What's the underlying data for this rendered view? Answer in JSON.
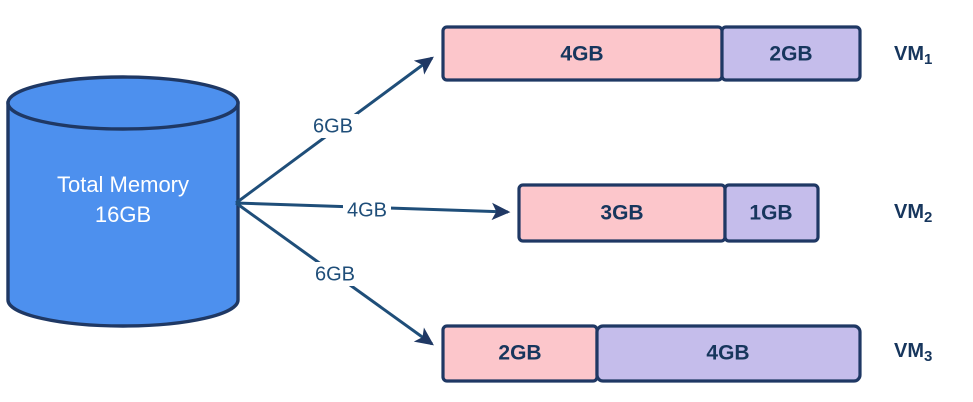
{
  "diagram": {
    "title": "Memory allocation from total memory pool to virtual machines",
    "colors": {
      "cylinder_fill": "#4D90EE",
      "outline": "#1F3864",
      "pink_segment": "#FCC6CB",
      "purple_segment": "#C5BDEB",
      "arrow": "#1F4E79",
      "label_text": "#17365D",
      "cylinder_text": "#FFFFFF"
    }
  },
  "source": {
    "name": "total-memory-cylinder",
    "line1": "Total Memory",
    "line2": "16GB"
  },
  "edges": [
    {
      "label": "6GB",
      "target": "VM1"
    },
    {
      "label": "4GB",
      "target": "VM2"
    },
    {
      "label": "6GB",
      "target": "VM3"
    }
  ],
  "vms": [
    {
      "id": "vm1",
      "label": "VM",
      "index": "1",
      "segments": [
        {
          "value": "4GB",
          "color": "pink"
        },
        {
          "value": "2GB",
          "color": "purple"
        }
      ]
    },
    {
      "id": "vm2",
      "label": "VM",
      "index": "2",
      "segments": [
        {
          "value": "3GB",
          "color": "pink"
        },
        {
          "value": "1GB",
          "color": "purple"
        }
      ]
    },
    {
      "id": "vm3",
      "label": "VM",
      "index": "3",
      "segments": [
        {
          "value": "2GB",
          "color": "pink"
        },
        {
          "value": "4GB",
          "color": "purple"
        }
      ]
    }
  ]
}
